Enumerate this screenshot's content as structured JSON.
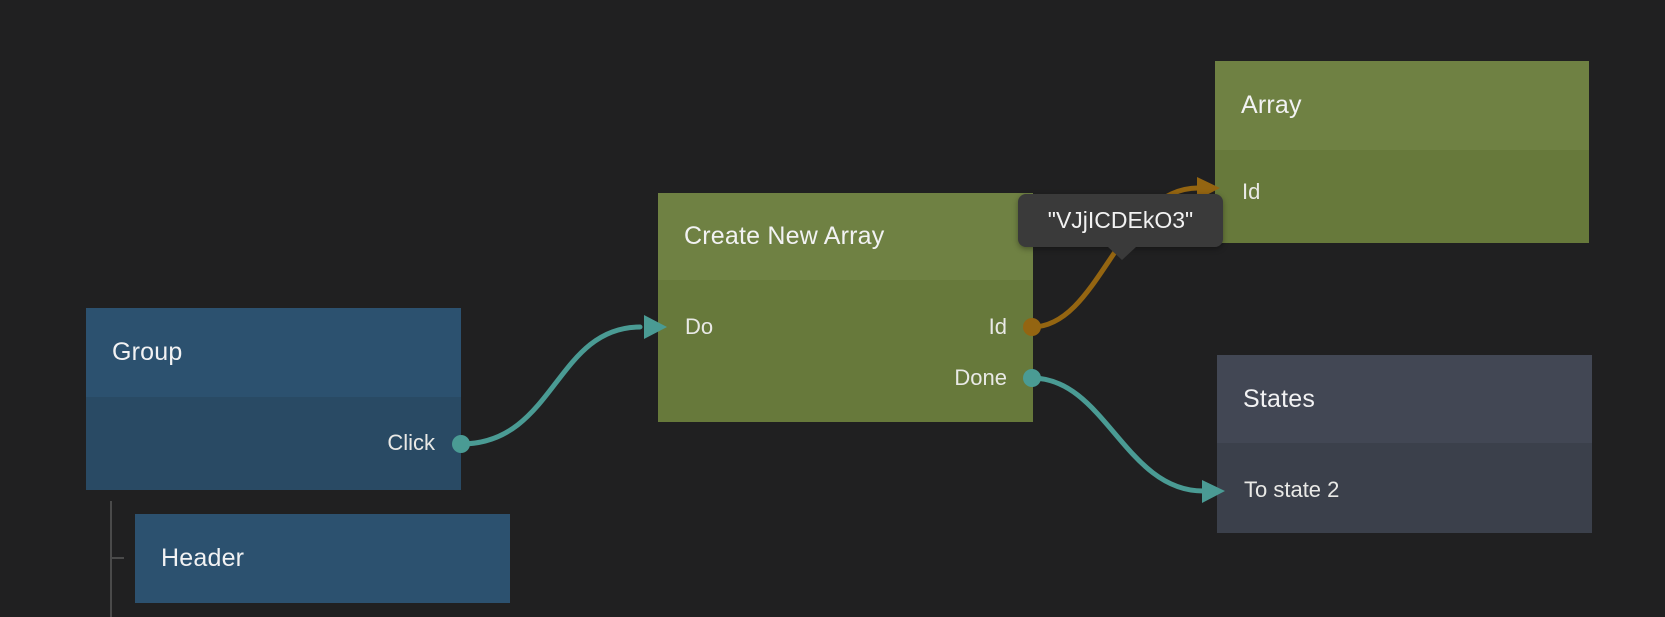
{
  "colors": {
    "background": "#202021",
    "teal": "#4A9B94",
    "orange": "#946511",
    "blue_header": "#2C516F",
    "blue_body": "#294A64",
    "green_header": "#6F8143",
    "green_body": "#67793B",
    "slate_header": "#424754",
    "slate_body": "#3B404B",
    "tooltip_bg": "#3A3A3A",
    "tree_line": "#4A4A4A",
    "title_text": "#F2F2F3",
    "port_text": "#E9E9E6"
  },
  "nodes": {
    "group": {
      "title": "Group",
      "ports": {
        "click": {
          "label": "Click",
          "direction": "output"
        }
      }
    },
    "create_new_array": {
      "title": "Create New Array",
      "ports": {
        "do": {
          "label": "Do",
          "direction": "input"
        },
        "id": {
          "label": "Id",
          "direction": "output"
        },
        "done": {
          "label": "Done",
          "direction": "output"
        }
      }
    },
    "array": {
      "title": "Array",
      "ports": {
        "id": {
          "label": "Id",
          "direction": "input"
        }
      }
    },
    "states": {
      "title": "States",
      "ports": {
        "to_state_2": {
          "label": "To state 2",
          "direction": "input"
        }
      }
    },
    "header": {
      "title": "Header"
    }
  },
  "connections": [
    {
      "from": "Group.Click",
      "to": "Create New Array.Do",
      "color_name": "teal"
    },
    {
      "from": "Create New Array.Id",
      "to": "Array.Id",
      "color_name": "orange"
    },
    {
      "from": "Create New Array.Done",
      "to": "States.To state 2",
      "color_name": "teal"
    }
  ],
  "tooltip": {
    "text": "\"VJjICDEkO3\""
  }
}
